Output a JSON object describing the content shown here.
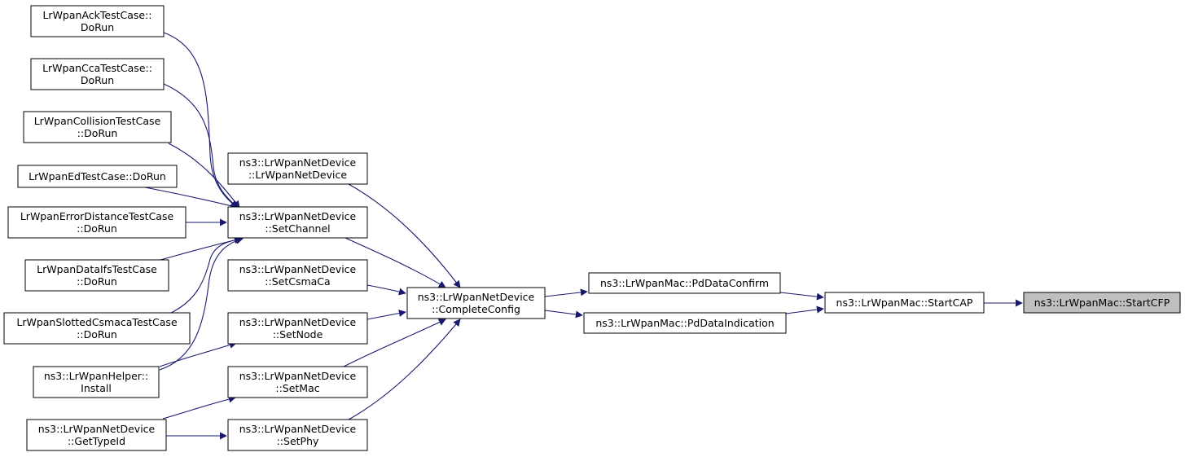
{
  "diagram": {
    "focus_node": "ns3::LrWpanMac::StartCFP",
    "colors": {
      "edge": "#191970",
      "focus_fill": "#bfbfbf",
      "node_fill": "#ffffff",
      "node_border": "#000000"
    },
    "nodes": [
      {
        "id": "ack",
        "lines": [
          "LrWpanAckTestCase::",
          "DoRun"
        ]
      },
      {
        "id": "cca",
        "lines": [
          "LrWpanCcaTestCase::",
          "DoRun"
        ]
      },
      {
        "id": "collision",
        "lines": [
          "LrWpanCollisionTestCase",
          "::DoRun"
        ]
      },
      {
        "id": "ed",
        "lines": [
          "LrWpanEdTestCase::DoRun"
        ]
      },
      {
        "id": "errdist",
        "lines": [
          "LrWpanErrorDistanceTestCase",
          "::DoRun"
        ]
      },
      {
        "id": "ifs",
        "lines": [
          "LrWpanDataIfsTestCase",
          "::DoRun"
        ]
      },
      {
        "id": "slotted",
        "lines": [
          "LrWpanSlottedCsmacaTestCase",
          "::DoRun"
        ]
      },
      {
        "id": "helper",
        "lines": [
          "ns3::LrWpanHelper::",
          "Install"
        ]
      },
      {
        "id": "typeid",
        "lines": [
          "ns3::LrWpanNetDevice",
          "::GetTypeId"
        ]
      },
      {
        "id": "ctor",
        "lines": [
          "ns3::LrWpanNetDevice",
          "::LrWpanNetDevice"
        ]
      },
      {
        "id": "setchan",
        "lines": [
          "ns3::LrWpanNetDevice",
          "::SetChannel"
        ]
      },
      {
        "id": "setcsma",
        "lines": [
          "ns3::LrWpanNetDevice",
          "::SetCsmaCa"
        ]
      },
      {
        "id": "setnode",
        "lines": [
          "ns3::LrWpanNetDevice",
          "::SetNode"
        ]
      },
      {
        "id": "setmac",
        "lines": [
          "ns3::LrWpanNetDevice",
          "::SetMac"
        ]
      },
      {
        "id": "setphy",
        "lines": [
          "ns3::LrWpanNetDevice",
          "::SetPhy"
        ]
      },
      {
        "id": "complete",
        "lines": [
          "ns3::LrWpanNetDevice",
          "::CompleteConfig"
        ]
      },
      {
        "id": "pdconfirm",
        "lines": [
          "ns3::LrWpanMac::PdDataConfirm"
        ]
      },
      {
        "id": "pdind",
        "lines": [
          "ns3::LrWpanMac::PdDataIndication"
        ]
      },
      {
        "id": "startcap",
        "lines": [
          "ns3::LrWpanMac::StartCAP"
        ]
      },
      {
        "id": "startcfp",
        "lines": [
          "ns3::LrWpanMac::StartCFP"
        ]
      }
    ],
    "edges": [
      [
        "ack",
        "setchan"
      ],
      [
        "cca",
        "setchan"
      ],
      [
        "collision",
        "setchan"
      ],
      [
        "ed",
        "setchan"
      ],
      [
        "errdist",
        "setchan"
      ],
      [
        "ifs",
        "setchan"
      ],
      [
        "slotted",
        "setchan"
      ],
      [
        "helper",
        "setchan"
      ],
      [
        "helper",
        "setnode"
      ],
      [
        "typeid",
        "setmac"
      ],
      [
        "typeid",
        "setphy"
      ],
      [
        "ctor",
        "complete"
      ],
      [
        "setchan",
        "complete"
      ],
      [
        "setcsma",
        "complete"
      ],
      [
        "setnode",
        "complete"
      ],
      [
        "setmac",
        "complete"
      ],
      [
        "setphy",
        "complete"
      ],
      [
        "complete",
        "pdconfirm"
      ],
      [
        "complete",
        "pdind"
      ],
      [
        "pdconfirm",
        "startcap"
      ],
      [
        "pdind",
        "startcap"
      ],
      [
        "startcap",
        "startcfp"
      ]
    ]
  }
}
